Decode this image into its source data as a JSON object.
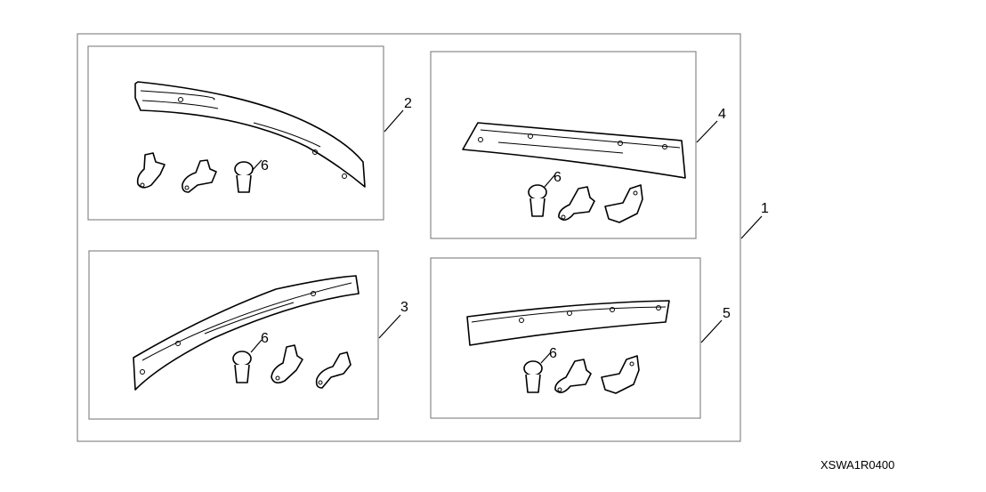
{
  "diagram": {
    "callouts": {
      "kit": "1",
      "front_left_visor": "2",
      "front_right_visor": "3",
      "rear_left_visor": "4",
      "rear_right_visor": "5",
      "clip_a": "6",
      "clip_b": "6",
      "clip_c": "6",
      "clip_d": "6"
    },
    "diagram_code": "XSWA1R0400"
  }
}
